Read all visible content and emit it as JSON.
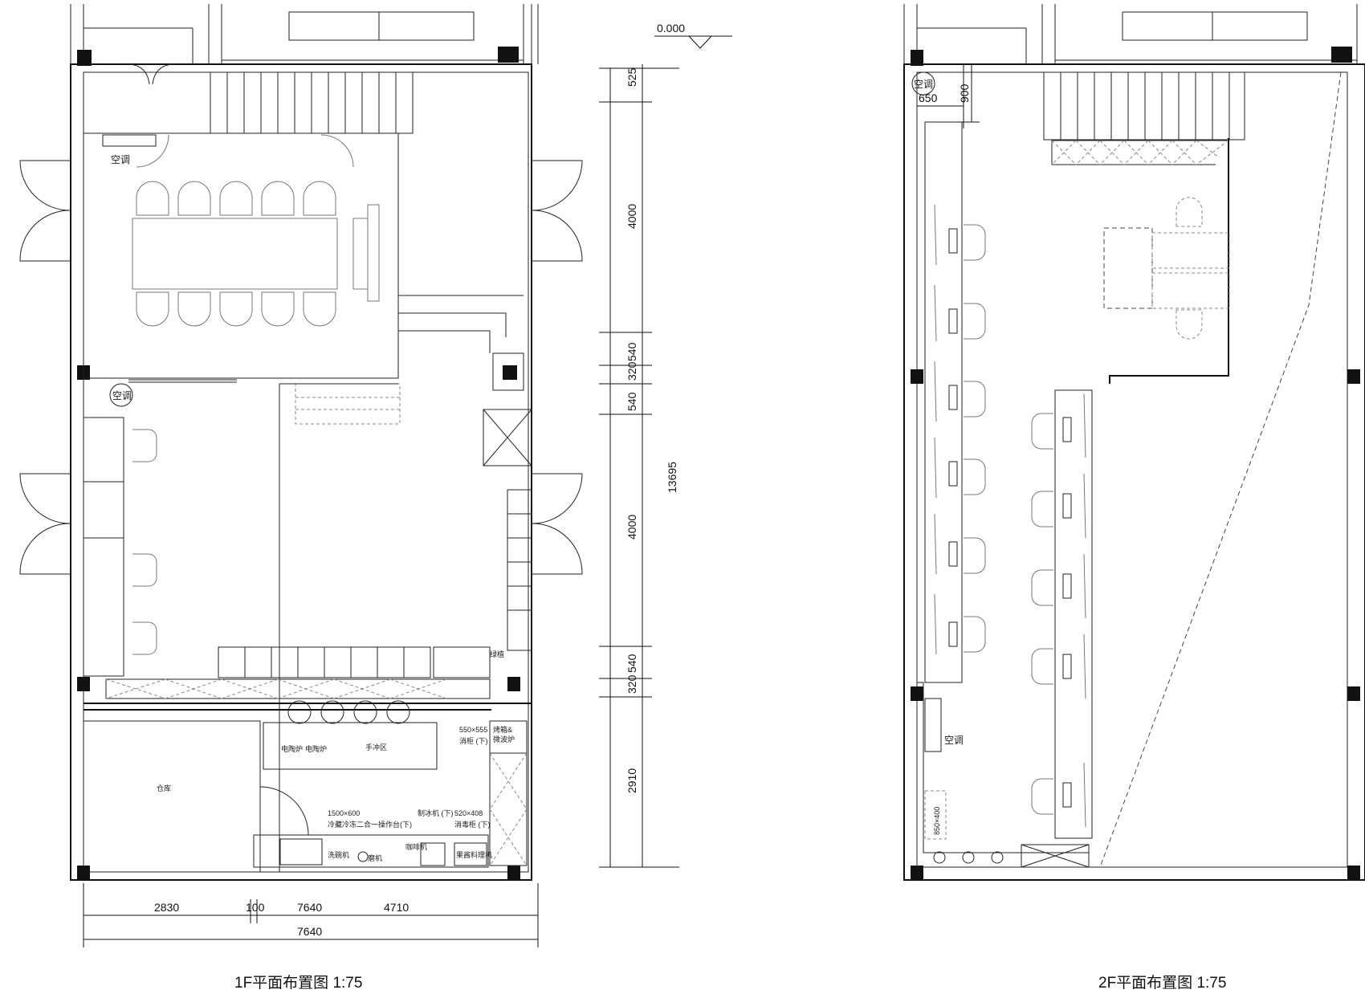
{
  "plans": {
    "first_floor": {
      "caption": "1F平面布置图 1:75",
      "elevation": "0.000",
      "ac_label_top": "空调",
      "ac_label_mid": "空调",
      "room_storage": "仓库",
      "hand_brew_area": "手冲区",
      "stair_label": "绿植",
      "cabinet_label": "550×555\n消柜 (下)",
      "oven_label": "烤箱&\n微波炉",
      "fridge_bench_label": "1500×600\n冷藏冷冻二合一操作台(下)",
      "ice_maker_label": "制冰机 (下)",
      "sterilizer_label": "520×408\n消毒柜 (下)",
      "pot_left": "电陶炉",
      "pot_right": "电陶炉",
      "appliance_1": "洗碗机",
      "appliance_2": "磨机",
      "appliance_3": "咖啡机",
      "appliance_4": "果酱料理机",
      "dims_vertical": [
        "525",
        "4000",
        "540",
        "320",
        "540",
        "4000",
        "540",
        "320",
        "2910"
      ],
      "dim_total_vertical": "13695",
      "dims_horizontal": [
        "2830",
        "100",
        "7640",
        "4710"
      ],
      "dim_total_horizontal": "7640"
    },
    "second_floor": {
      "caption": "2F平面布置图 1:75",
      "ac_label_top": "空调",
      "ac_label_bottom": "空调",
      "dim_650": "650",
      "dim_900": "900",
      "box_label": "850×400"
    }
  }
}
